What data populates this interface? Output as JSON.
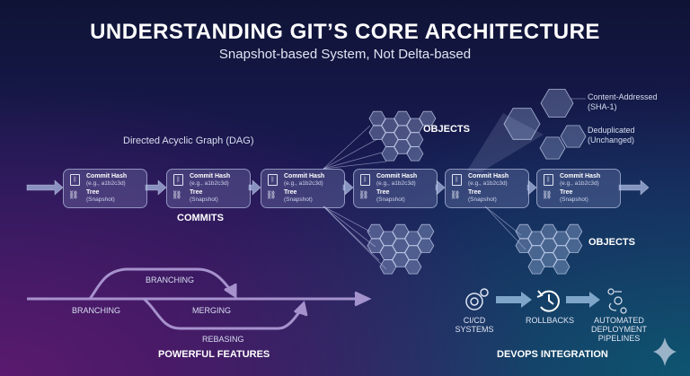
{
  "title": "UNDERSTANDING GIT’S CORE ARCHITECTURE",
  "subtitle": "Snapshot-based System, Not Delta-based",
  "dag_label": "Directed Acyclic Graph (DAG)",
  "commits": {
    "label": "COMMITS",
    "items": [
      {
        "hash_label": "Commit Hash",
        "hash_example": "(e.g., a1b2c3d)",
        "tree_label": "Tree",
        "tree_sub": "(Snapshot)"
      },
      {
        "hash_label": "Commit Hash",
        "hash_example": "(e.g., a1b2c3d)",
        "tree_label": "Tree",
        "tree_sub": "(Snapshot)"
      },
      {
        "hash_label": "Commit Hash",
        "hash_example": "(e.g., a1b2c3d)",
        "tree_label": "Tree",
        "tree_sub": "(Snapshot)"
      },
      {
        "hash_label": "Commit Hash",
        "hash_example": "(e.g., a1b2c3d)",
        "tree_label": "Tree",
        "tree_sub": "(Snapshot)"
      },
      {
        "hash_label": "Commit Hash",
        "hash_example": "(e.g., a1b2c3d)",
        "tree_label": "Tree",
        "tree_sub": "(Snapshot)"
      },
      {
        "hash_label": "Commit Hash",
        "hash_example": "(e.g., a1b2c3d)",
        "tree_label": "Tree",
        "tree_sub": "(Snapshot)"
      }
    ]
  },
  "objects_top": "OBJECTS",
  "objects_bottom": "OBJECTS",
  "callouts": {
    "content_addressed": "Content-Addressed",
    "sha": "(SHA-1)",
    "deduplicated": "Deduplicated",
    "unchanged": "(Unchanged)"
  },
  "features": {
    "branching_top": "BRANCHING",
    "branching_left": "BRANCHING",
    "merging": "MERGING",
    "rebasing": "REBASING",
    "heading": "POWERFUL FEATURES"
  },
  "devops": {
    "cicd_line1": "CI/CD",
    "cicd_line2": "SYSTEMS",
    "rollbacks": "ROLLBACKS",
    "auto_line1": "AUTOMATED",
    "auto_line2": "DEPLOYMENT",
    "auto_line3": "PIPELINES",
    "heading": "DEVOPS INTEGRATION"
  },
  "icons": [
    "document-icon",
    "tree-icon",
    "gear-icon",
    "clock-rewind-icon",
    "pipeline-icon",
    "sparkle-icon"
  ]
}
